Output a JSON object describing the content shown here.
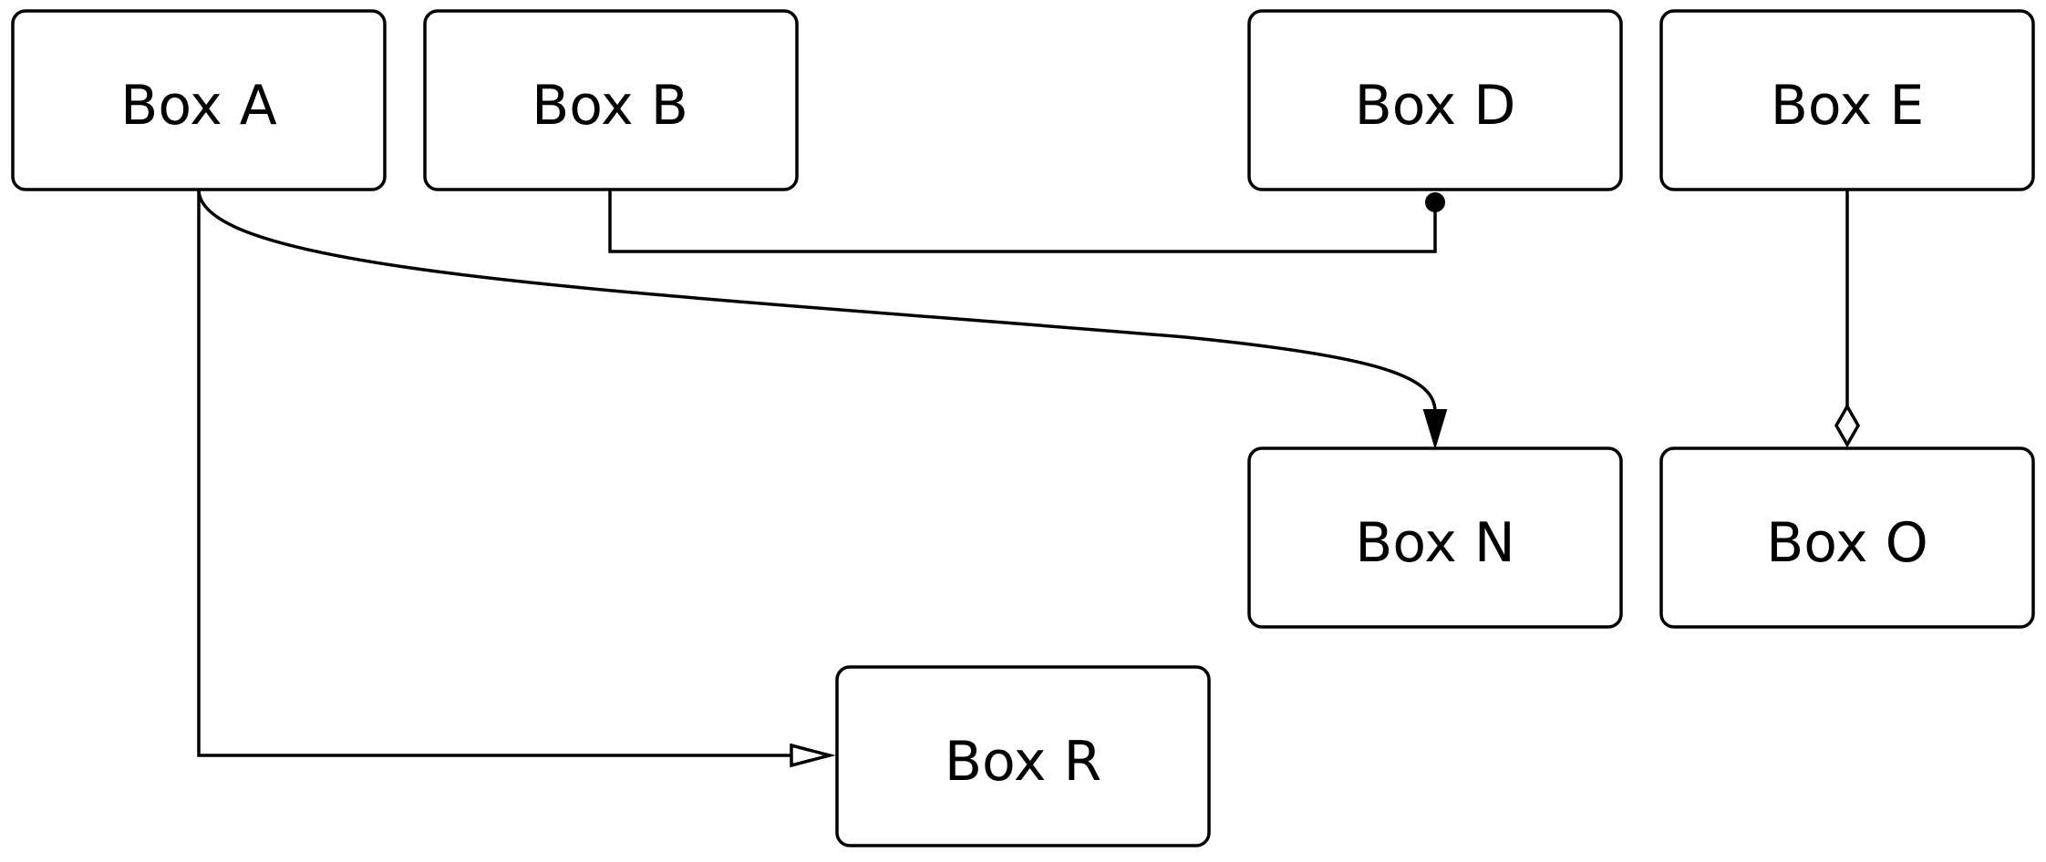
{
  "diagram": {
    "boxes": {
      "a": {
        "label": "Box A"
      },
      "b": {
        "label": "Box B"
      },
      "d": {
        "label": "Box D"
      },
      "e": {
        "label": "Box E"
      },
      "n": {
        "label": "Box N"
      },
      "o": {
        "label": "Box O"
      },
      "r": {
        "label": "Box R"
      }
    },
    "connections": [
      {
        "from": "Box B",
        "to": "Box D",
        "end_marker": "filled-dot"
      },
      {
        "from": "Box A",
        "to": "Box N",
        "end_marker": "filled-arrow"
      },
      {
        "from": "Box E",
        "to": "Box O",
        "end_marker": "open-diamond"
      },
      {
        "from": "Box A",
        "to": "Box R",
        "end_marker": "open-triangle"
      }
    ],
    "colors": {
      "stroke": "#000000",
      "fill": "#ffffff"
    }
  }
}
